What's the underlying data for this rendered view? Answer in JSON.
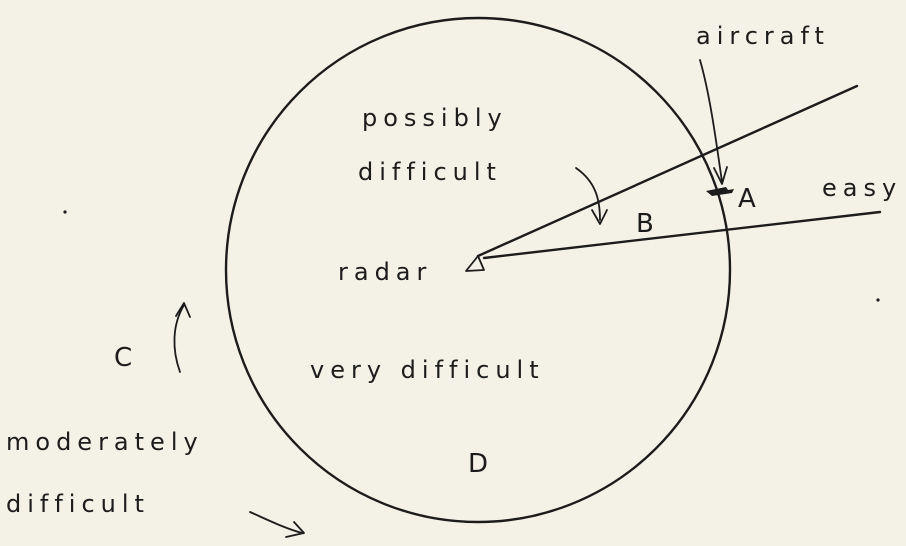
{
  "labels": {
    "aircraft": "aircraft",
    "easy": "easy",
    "possibly_line1": "possibly",
    "possibly_line2": "difficult",
    "region_a": "A",
    "region_b": "B",
    "radar": "radar",
    "region_c": "C",
    "very_difficult": "very difficult",
    "region_d": "D",
    "moderately_line1": "moderately",
    "moderately_line2": "difficult"
  },
  "colors": {
    "ink": "#1c1c1c",
    "paper": "#f4f1e6"
  }
}
